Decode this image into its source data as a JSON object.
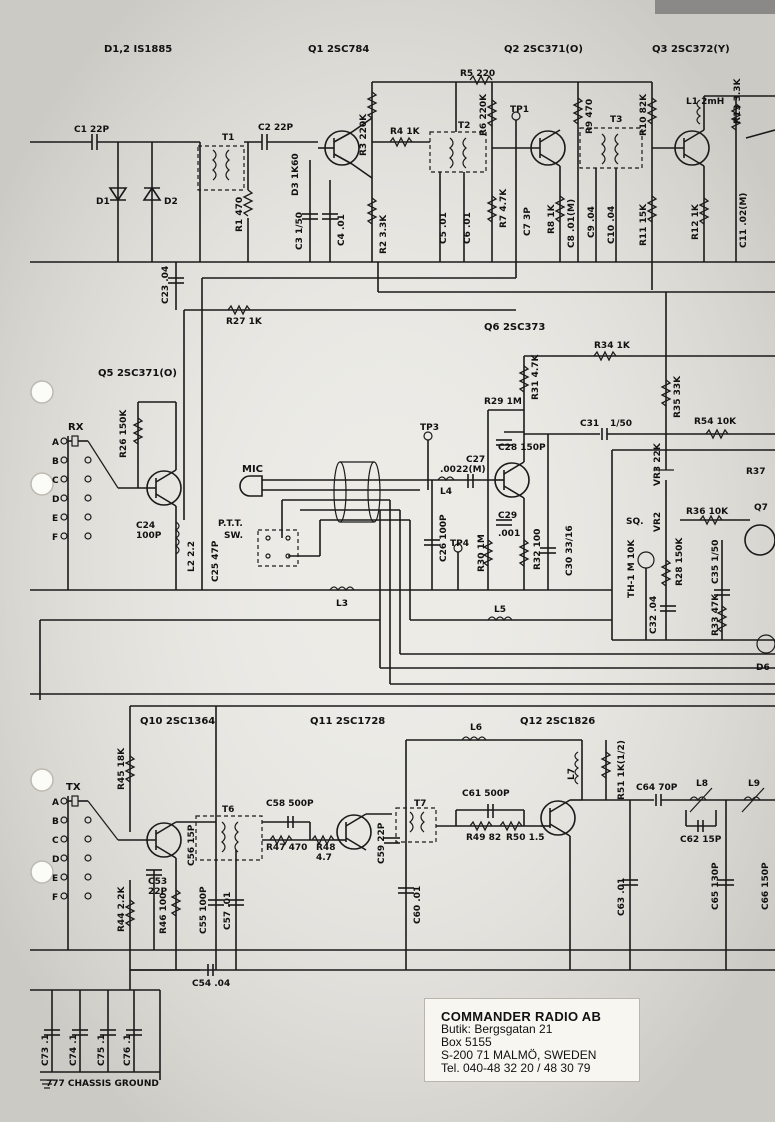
{
  "header_labels": {
    "d12": "D1,2 IS1885",
    "q1": "Q1 2SC784",
    "q2": "Q2 2SC371(O)",
    "q3": "Q3  2SC372(Y)",
    "q5": "Q5 2SC371(O)",
    "q6": "Q6 2SC373",
    "q10": "Q10 2SC1364",
    "q11": "Q11 2SC1728",
    "q12": "Q12 2SC1826"
  },
  "components": {
    "c1": "C1 22P",
    "d1": "D1",
    "d2": "D2",
    "t1": "T1",
    "r1": "R1 470",
    "c2": "C2 22P",
    "d3": "D3 1K60",
    "c3": "C3 1/50",
    "c4": "C4 .01",
    "r3": "R3 220K",
    "r2": "R2 3.3K",
    "r4": "R4 1K",
    "r5": "R5 220",
    "r6": "R6 220K",
    "t2": "T2",
    "c5": "C5 .01",
    "c6": "C6 .01",
    "r7": "R7 4.7K",
    "c7": "C7 3P",
    "tp1": "TP1",
    "r8": "R8 1K",
    "r9": "R9 470",
    "c8": "C8 .01(M)",
    "c9": "C9 .04",
    "t3": "T3",
    "c10": "C10 .04",
    "r10": "R10 82K",
    "r11": "R11 15K",
    "l1": "L1 2mH",
    "r13": "R13 3.3K",
    "r12": "R12 1K",
    "c11": "C11 .02(M)",
    "c23": "C23 .04",
    "r27": "R27  1K",
    "r34": "R34 1K",
    "r31": "R31 4.7K",
    "r29": "R29 1M",
    "c28": "C28 150P",
    "r35": "R35 33K",
    "c31": "C31",
    "c31v": "1/50",
    "r54": "R54 10K",
    "r37": "R37",
    "rx": "RX",
    "r26": "R26 150K",
    "mic": "MIC",
    "tp3": "TP3",
    "c27": "C27",
    "c27v": ".0022(M)",
    "l4": "L4",
    "c29": "C29",
    "c29v": ".001",
    "ptt": "P.T.T.",
    "sw": "SW.",
    "c24": "C24",
    "c24v": "100P",
    "l2": "L2 2.2",
    "c25": "C25 47P",
    "c26": "C26 100P",
    "tp4": "TP4",
    "r30": "R30 1M",
    "r32": "R32 100",
    "c30": "C30 33/16",
    "vr3": "VR3 22K",
    "vr2": "VR2",
    "r36": "R36 10K",
    "q7": "Q7",
    "sq": "SQ.",
    "th1": "TH-1 M 10K",
    "r28": "R28 150K",
    "c35": "C35 1/50",
    "c32": "C32 .04",
    "r33": "R33 47K",
    "d6": "D6",
    "l3": "L3",
    "l5": "L5",
    "l6": "L6",
    "tx": "TX",
    "r45": "R45 18K",
    "t6": "T6",
    "c58": "C58 500P",
    "c56": "C56 15P",
    "r47": "R47 470",
    "r48": "R48",
    "r48v": "4.7",
    "c59": "C59 22P",
    "t7": "T7",
    "c61": "C61 500P",
    "r49": "R49 82",
    "r50": "R50 1.5",
    "l7": "L7",
    "r51": "R51 1K(1/2)",
    "c64": "C64 70P",
    "l8": "L8",
    "l9": "L9",
    "c62": "C62 15P",
    "c53": "C53",
    "c53v": "22P",
    "r44": "R44 2.2K",
    "r46": "R46 100",
    "c55": "C55 100P",
    "c57": "C57 .01",
    "c60": "C60 .01",
    "c63": "C63 .01",
    "c65": "C65 130P",
    "c66": "C66 150P",
    "c54": "C54 .04",
    "c73": "C73 .1",
    "c74": "C74 .1",
    "c75": "C75 .1",
    "c76": "C76 .1",
    "chassis": "777 CHASSIS GROUND"
  },
  "crystal_taps": [
    "A",
    "B",
    "C",
    "D",
    "E",
    "F"
  ],
  "stamp": {
    "company": "COMMANDER RADIO AB",
    "line1": "Butik: Bergsgatan  21",
    "line2": "Box  5155",
    "line3": "S-200 71  MALMÖ,  SWEDEN",
    "line4": "Tel.  040-48 32 20 / 48 30 79"
  },
  "colors": {
    "ink": "#1a1a1a",
    "paper": "#ecebe6",
    "punch_hole": "#fbfbf8"
  }
}
